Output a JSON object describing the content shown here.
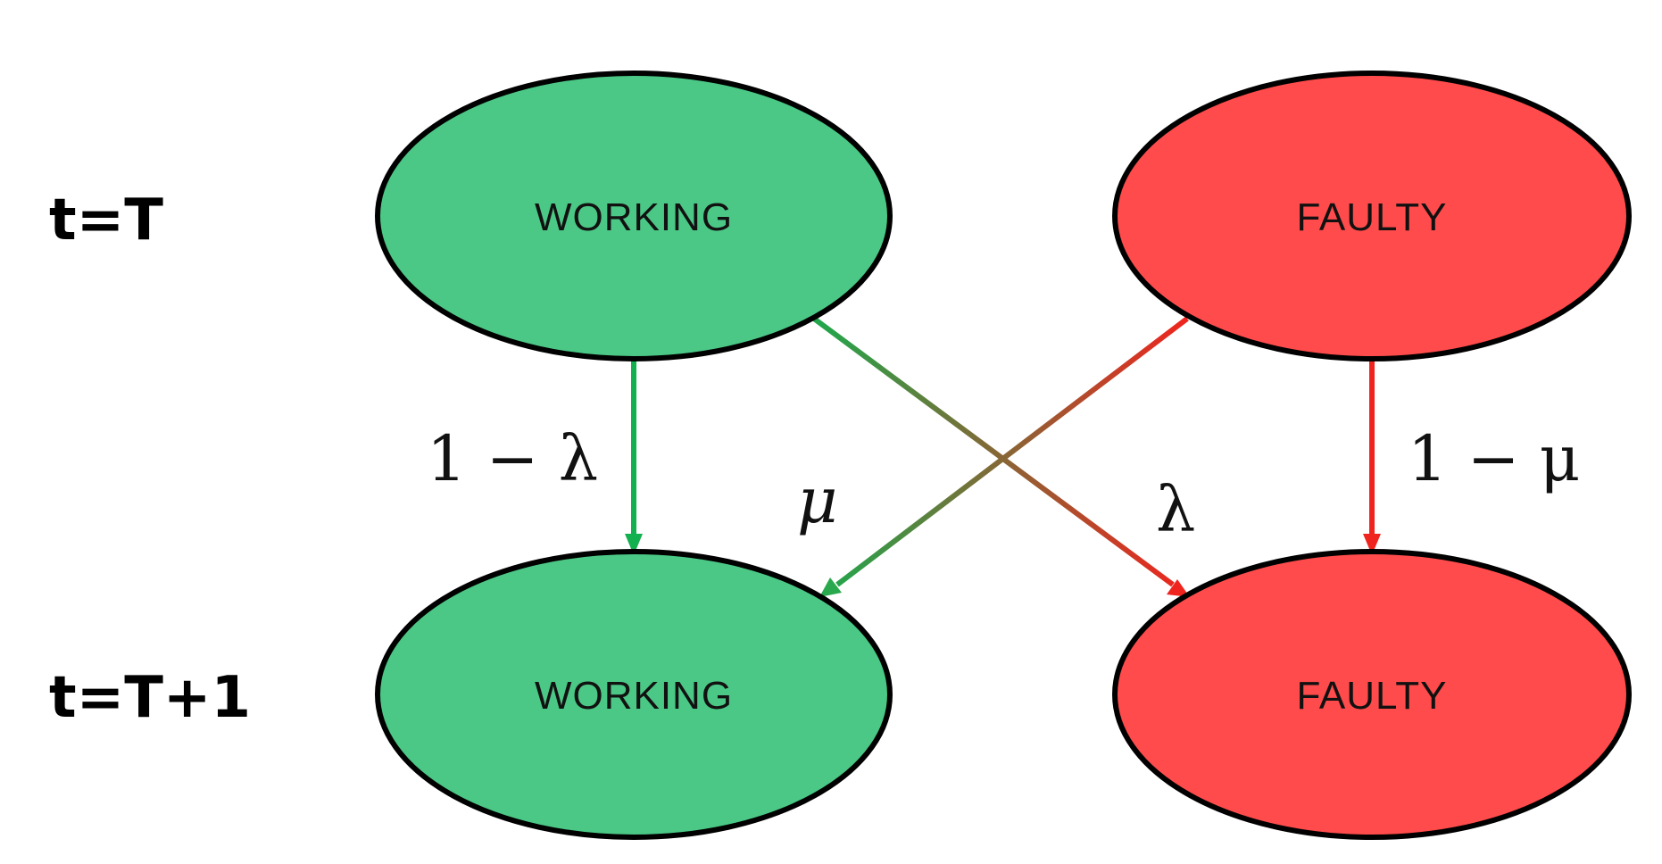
{
  "rows": {
    "top": "t=T",
    "bottom": "t=T+1"
  },
  "states": {
    "working_top": "WORKING",
    "faulty_top": "FAULTY",
    "working_bottom": "WORKING",
    "faulty_bottom": "FAULTY"
  },
  "transitions": {
    "working_stay": "1 − λ",
    "faulty_stay": "1 − μ",
    "working_to_faulty": "λ",
    "faulty_to_working": "μ"
  },
  "colors": {
    "working_fill": "#4bc885",
    "faulty_fill": "#ff4b4b",
    "working_arrow": "#12b04f",
    "faulty_arrow": "#f0241e",
    "outline": "#000000"
  }
}
